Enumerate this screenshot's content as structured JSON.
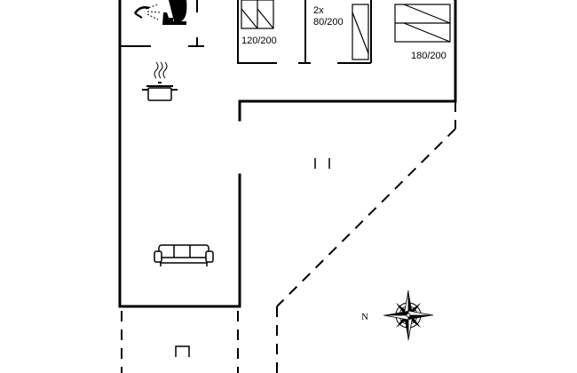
{
  "floor_plan": {
    "rooms": {
      "bathroom": {
        "fixtures": [
          "shower-icon",
          "toilet-icon"
        ]
      },
      "kitchen": {
        "fixtures": [
          "cooking-pot-icon"
        ]
      },
      "bedroom_1": {
        "bed_label": "120/200"
      },
      "bedroom_2": {
        "bed_count_label": "2x",
        "bed_label": "80/200"
      },
      "bedroom_3": {
        "bed_label": "180/200"
      },
      "living_room": {
        "fixtures": [
          "sofa-icon"
        ]
      },
      "terrace": {
        "fixtures": [
          "door-icon"
        ]
      }
    },
    "compass": {
      "north_label": "N",
      "icon": "compass-rose-icon"
    },
    "colors": {
      "wall": "#000000",
      "background": "#ffffff"
    }
  }
}
